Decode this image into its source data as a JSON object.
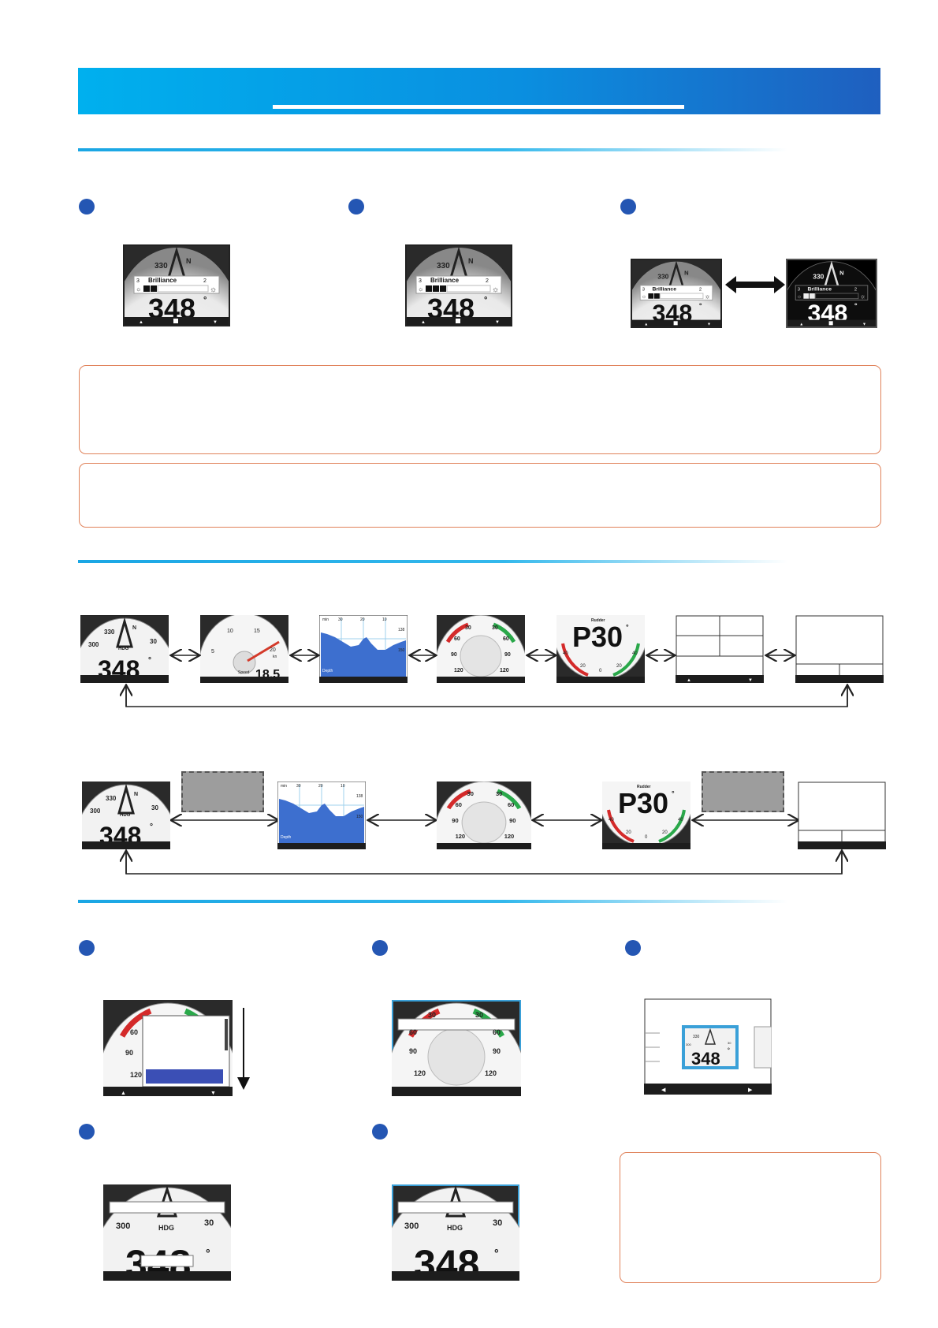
{
  "readouts": {
    "heading": "348",
    "degree": "°",
    "rudder": "P30",
    "rudder_title": "Rudder",
    "brilliance_label": "Brilliance",
    "brilliance_left": "3",
    "brilliance_right": "2",
    "compass_330": "330",
    "compass_n": "N",
    "compass_300": "300",
    "compass_30": "30",
    "hdg": "HDG",
    "speed_label": "Speed",
    "speed_value": "18.5",
    "speed_ticks": [
      "5",
      "10",
      "15",
      "20"
    ],
    "speed_unit": "kn",
    "depth_label": "Depth",
    "depth_ticks": [
      "min",
      "30",
      "20",
      "10"
    ],
    "depth_right_1": "138",
    "depth_right_2": "150",
    "wind_ticks": [
      "30",
      "60",
      "90",
      "120"
    ],
    "rudder_ticks": [
      "40",
      "20",
      "0",
      "20",
      "40"
    ]
  },
  "colors": {
    "header_start": "#00b0ee",
    "header_end": "#1f5fbf",
    "step_dot": "#2456b3",
    "note_border": "#e0825a",
    "chart_blue": "#3d6fcf",
    "menu_highlight": "#3b4fb5",
    "port_red": "#d42a2a",
    "starboard_green": "#2aa84a",
    "needle_red": "#d43a2a"
  },
  "icons": {
    "up": "triangle-up-icon",
    "down": "triangle-down-icon",
    "brilliance": "brilliance-icon",
    "arrow_left": "triangle-left-icon",
    "arrow_right": "triangle-right-icon",
    "double_arrow": "double-arrow-icon",
    "sun_small": "sun-small-icon",
    "sun_large": "sun-large-icon"
  }
}
